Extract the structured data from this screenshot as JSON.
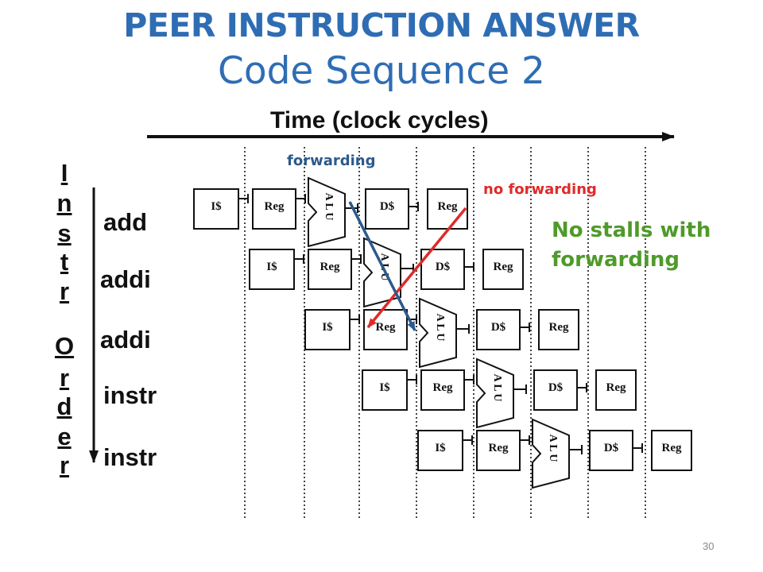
{
  "slide": {
    "title_line1": "PEER INSTRUCTION ANSWER",
    "title_line2": "Code Sequence 2",
    "time_axis_label": "Time (clock cycles)",
    "forwarding_label": "forwarding",
    "no_forwarding_label": "no forwarding",
    "conclusion": "No stalls with forwarding",
    "order_axis_letters": [
      "I",
      "n",
      "s",
      "t",
      "r",
      "O",
      "r",
      "d",
      "e",
      "r"
    ],
    "instructions": [
      "add",
      "addi",
      "addi",
      "instr",
      "instr"
    ],
    "page_number": "30"
  },
  "pipeline": {
    "stages": [
      "I$",
      "Reg",
      "ALU",
      "D$",
      "Reg"
    ],
    "alu_letters": [
      "A",
      "L",
      "U"
    ]
  },
  "colors": {
    "title": "#2e6db4",
    "forwarding": "#2c5a8c",
    "no_forwarding": "#e02a2a",
    "conclusion": "#4f9a2a"
  }
}
